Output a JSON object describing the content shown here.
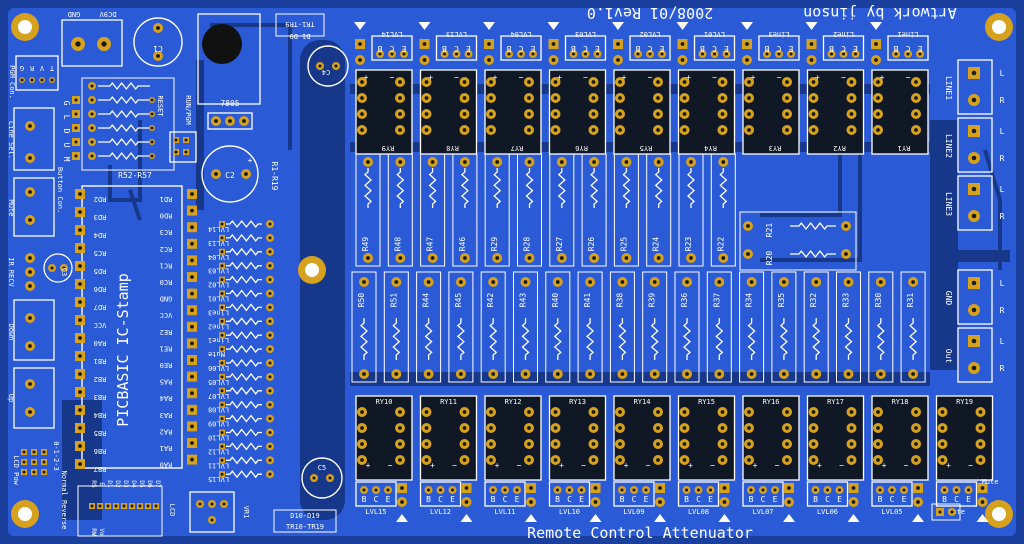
{
  "board": {
    "title": "Remote Control Attenuator",
    "artwork_credit": "Artwork by jinson",
    "version": "2008/01 Rev1.0",
    "colors": {
      "substrate": "#1b3f9c",
      "copper": "#2a5ad6",
      "pad": "#d6a21e",
      "silk": "#ffffff",
      "trace": "#16378a"
    }
  },
  "labels": {
    "rsc_gnd": "GND",
    "rsc_dc9v": "DC9V",
    "c1": "C1",
    "reg": "7805",
    "reset": "RESET",
    "run_pgm": "RUN/PGM",
    "c4": "C4",
    "c2": "C2",
    "r1_r19": "R1-R19",
    "r52_r57": "R52-R57",
    "c3": "C3",
    "c5": "C5",
    "tr1_tr9": "TR1-TR9",
    "d1_d9": "D1-D9",
    "d10_d19": "D10-D19",
    "tr10_tr19": "TR10-TR19",
    "vr1": "VR1",
    "lcd": "LCD",
    "stamp": "PICBASIC IC-Stamp",
    "pgm_con": "PGM Con.",
    "grvt": "G R V T",
    "line_sel": "Line Sel.",
    "button_con": "Button Con.",
    "mute": "Mute",
    "ir_recv": "IR RECV",
    "down": "Down",
    "up": "Up",
    "lcd_pow": "LCD Pow",
    "normal_reverse": "Normal Reverse",
    "mode_0_1_2_3": "0-1-2-3",
    "line1": "LINE1",
    "line2": "LINE2",
    "line3": "LINE3",
    "gnd_in": "GND",
    "out": "Out",
    "ch_l": "L",
    "ch_r": "R",
    "mute_jp": "Mute"
  },
  "top_relays": {
    "refs": [
      "RY9",
      "RY8",
      "RY7",
      "RY6",
      "RY5",
      "RY4",
      "RY3",
      "RY2",
      "RY1"
    ],
    "transistor_labels": [
      "LVL14",
      "LVL13",
      "LVL04",
      "LVL03",
      "LVL02",
      "LVL01",
      "Line3",
      "Line2",
      "Line1"
    ]
  },
  "bottom_relays": {
    "refs": [
      "RY10",
      "RY11",
      "RY12",
      "RY13",
      "RY14",
      "RY15",
      "RY16",
      "RY17",
      "RY18",
      "RY19"
    ],
    "transistor_labels": [
      "LVL15",
      "LVL12",
      "LVL11",
      "LVL10",
      "LVL09",
      "LVL08",
      "LVL07",
      "LVL06",
      "LVL05",
      "Mute"
    ]
  },
  "upper_resistors": [
    "R49",
    "R48",
    "R47",
    "R46",
    "R29",
    "R28",
    "R27",
    "R26",
    "R25",
    "R24",
    "R23",
    "R22"
  ],
  "lower_resistors": [
    "R50",
    "R51",
    "R44",
    "R45",
    "R42",
    "R43",
    "R40",
    "R41",
    "R38",
    "R39",
    "R36",
    "R37",
    "R34",
    "R35",
    "R32",
    "R33",
    "R30",
    "R31"
  ],
  "side_resistors": [
    "R21",
    "R20"
  ],
  "stamp_left_pins": [
    "RD2",
    "RD3",
    "RD4",
    "RC5",
    "RD5",
    "RD6",
    "RD7",
    "VCC",
    "RA0",
    "RB1",
    "RB2",
    "RB3",
    "RB4",
    "RB5",
    "RB6",
    "RB7"
  ],
  "stamp_right_pins": [
    "RD1",
    "RD0",
    "RC3",
    "RC2",
    "RC1",
    "RC0",
    "GND",
    "VCC",
    "RE2",
    "RE1",
    "RE0",
    "RA5",
    "RA4",
    "RA3",
    "RA2",
    "RA1",
    "RA0"
  ],
  "signal_labels": [
    "LVL14",
    "LVL13",
    "LVL04",
    "LVL03",
    "LVL02",
    "LVL01",
    "Line3",
    "Line2",
    "Line1",
    "Mute",
    "LVL06",
    "LVL05",
    "LVL07",
    "LVL08",
    "LVL09",
    "LVL10",
    "LVL12",
    "LVL11",
    "LVL15"
  ],
  "lcd_pins": [
    "RS",
    "E",
    "D1",
    "D2",
    "D3",
    "D4",
    "D5",
    "D6",
    "D7",
    "RW",
    "Vo"
  ],
  "grvt_pins": [
    "G",
    "R",
    "V",
    "T"
  ],
  "glduom_pins": [
    "G",
    "L",
    "D",
    "U",
    "M"
  ],
  "transistor_pins": [
    "B",
    "C",
    "E"
  ]
}
